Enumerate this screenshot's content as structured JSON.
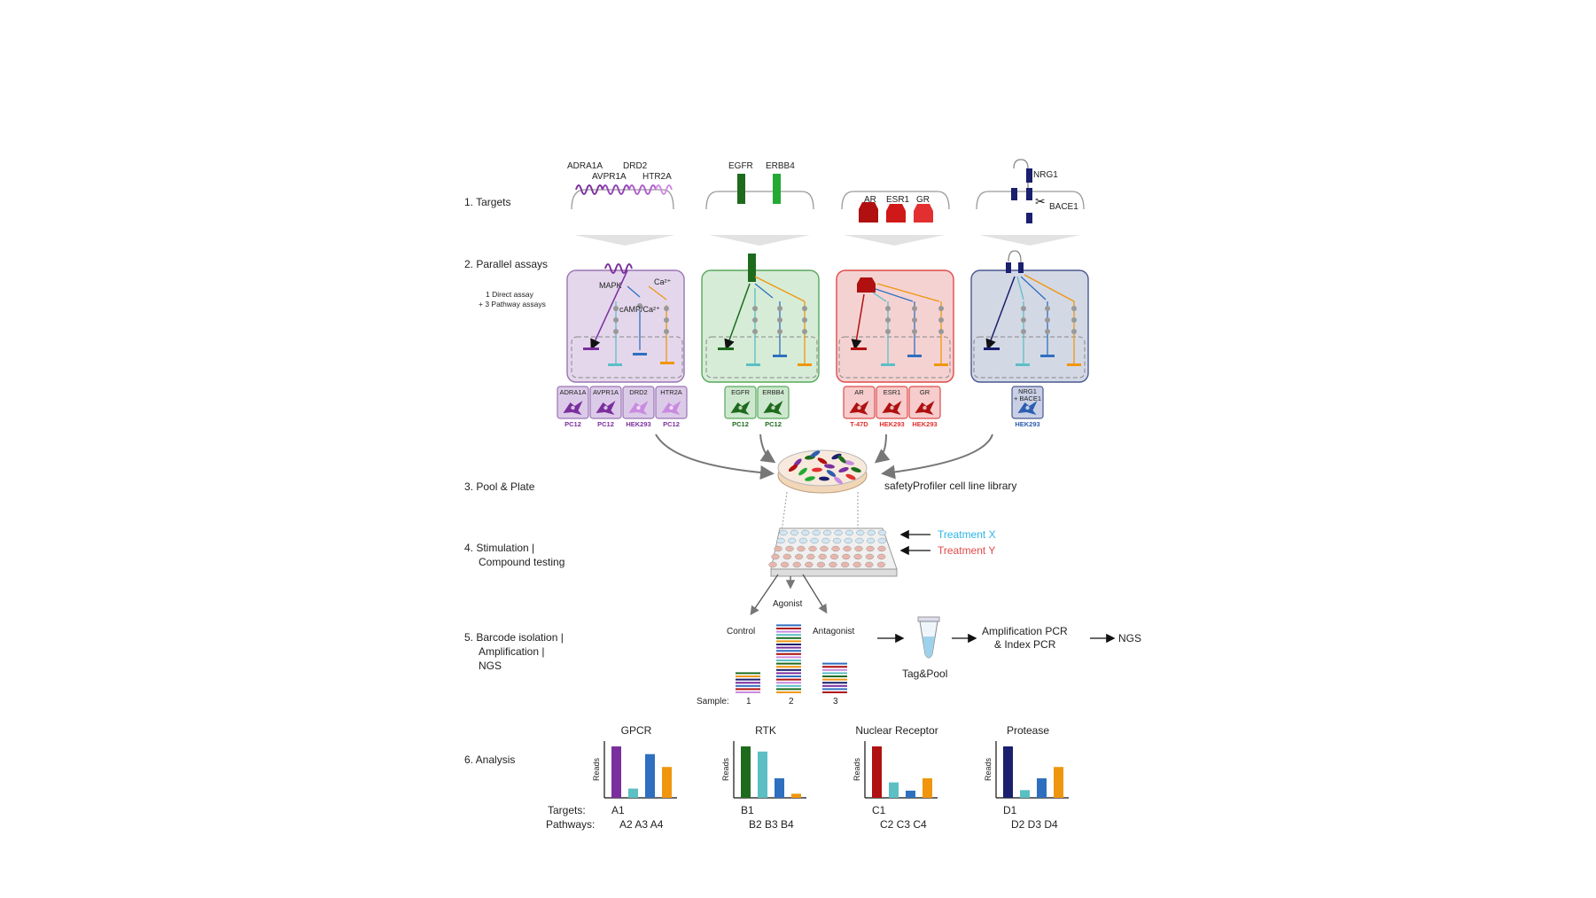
{
  "steps": [
    "1. Targets",
    "2. Parallel assays",
    "3. Pool & Plate",
    "4. Stimulation |",
    "Compound testing",
    "5. Barcode isolation |",
    "Amplification |",
    "NGS",
    "6. Analysis"
  ],
  "colors": {
    "gpcr": "#7b2f9e",
    "gpcr_light": "#c98be0",
    "rtk": "#1e6b1e",
    "rtk_light": "#22aa33",
    "nr": "#b01010",
    "nr_light": "#e23030",
    "protease": "#1a1f6e",
    "protease_light": "#2d5fb0",
    "cyan": "#5bbfc4",
    "blue": "#2f6fc0",
    "orange": "#f0960e",
    "treat_x": "#2cb5e6",
    "treat_y": "#e24a4a"
  },
  "targets": {
    "gpcr": [
      "ADRA1A",
      "DRD2",
      "AVPR1A",
      "HTR2A"
    ],
    "rtk": [
      "EGFR",
      "ERBB4"
    ],
    "nr": [
      "AR",
      "ESR1",
      "GR"
    ],
    "protease": [
      "NRG1",
      "BACE1"
    ]
  },
  "assay_note": [
    "1 Direct assay",
    "+ 3 Pathway assays"
  ],
  "gpcr_signals": {
    "mapk": "MAPK",
    "ca": "Ca²⁺",
    "camp": "cAMP/Ca²⁺"
  },
  "cell_lines": {
    "gpcr": [
      {
        "target": "ADRA1A",
        "line": "PC12"
      },
      {
        "target": "AVPR1A",
        "line": "PC12"
      },
      {
        "target": "DRD2",
        "line": "HEK293"
      },
      {
        "target": "HTR2A",
        "line": "PC12"
      }
    ],
    "rtk": [
      {
        "target": "EGFR",
        "line": "PC12"
      },
      {
        "target": "ERBB4",
        "line": "PC12"
      }
    ],
    "nr": [
      {
        "target": "AR",
        "line": "T-47D"
      },
      {
        "target": "ESR1",
        "line": "HEK293"
      },
      {
        "target": "GR",
        "line": "HEK293"
      }
    ],
    "protease": [
      {
        "target": "NRG1 + BACE1",
        "line": "HEK293"
      }
    ]
  },
  "pool_label": "safetyProfiler cell line library",
  "treatments": [
    "Treatment X",
    "Treatment Y"
  ],
  "barcode": {
    "samples_label": "Sample:",
    "samples": [
      {
        "num": "1",
        "name": "Control"
      },
      {
        "num": "2",
        "name": "Agonist"
      },
      {
        "num": "3",
        "name": "Antagonist"
      }
    ],
    "tag_pool": "Tag&Pool",
    "amplification": [
      "Amplification PCR",
      "& Index PCR"
    ],
    "ngs": "NGS"
  },
  "analysis": {
    "targets_label": "Targets:",
    "pathways_label": "Pathways:",
    "ylabel": "Reads",
    "panels": [
      {
        "title": "GPCR",
        "values": [
          1.0,
          0.18,
          0.85,
          0.6
        ],
        "target": "A1",
        "pathways": "A2 A3 A4"
      },
      {
        "title": "RTK",
        "values": [
          1.0,
          0.9,
          0.38,
          0.08
        ],
        "target": "B1",
        "pathways": "B2 B3 B4"
      },
      {
        "title": "Nuclear Receptor",
        "values": [
          1.0,
          0.3,
          0.14,
          0.38
        ],
        "target": "C1",
        "pathways": "C2 C3 C4"
      },
      {
        "title": "Protease",
        "values": [
          1.0,
          0.15,
          0.38,
          0.6
        ],
        "target": "D1",
        "pathways": "D2 D3 D4"
      }
    ]
  }
}
